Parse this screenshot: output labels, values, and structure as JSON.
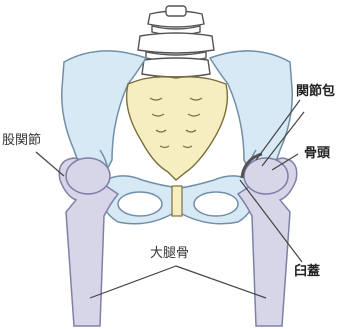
{
  "labels": {
    "hip_joint": "股関節",
    "joint_capsule": "関節包",
    "femoral_head": "骨頭",
    "acetabulum": "臼蓋",
    "femur": "大腿骨"
  },
  "colors": {
    "bone_fill": "#d8e9f6",
    "bone_stroke": "#6f8fa8",
    "sacrum_fill": "#f6eec0",
    "femur_fill": "#d6d6e8",
    "femur_stroke": "#7e80a6",
    "vertebra_fill": "#ffffff",
    "vertebra_stroke": "#555555",
    "leader_line": "#444444",
    "capsule_arc": "#555555",
    "text": "#333333"
  }
}
